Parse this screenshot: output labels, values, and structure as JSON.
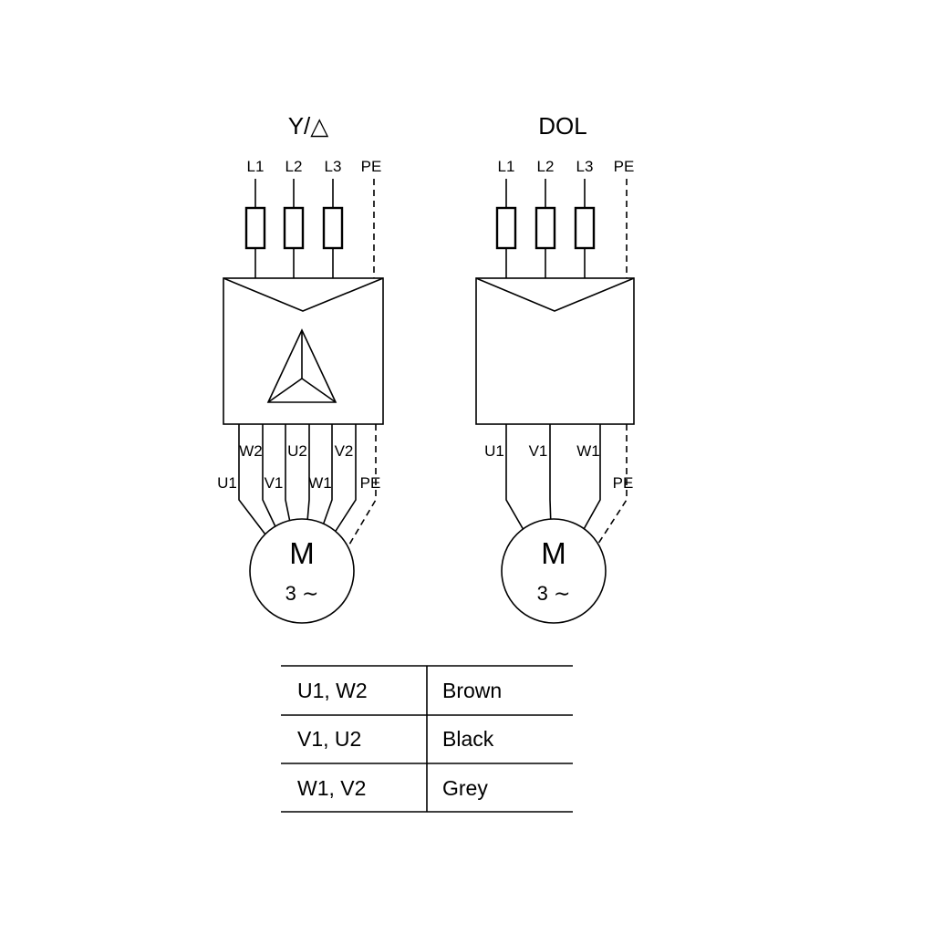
{
  "left_diagram": {
    "title": "Y/△",
    "terminals": [
      "L1",
      "L2",
      "L3",
      "PE"
    ],
    "winding_labels_upper": [
      "W2",
      "U2",
      "V2"
    ],
    "winding_labels_lower": [
      "U1",
      "V1",
      "W1"
    ],
    "pe_label": "PE",
    "motor": {
      "letter": "M",
      "phases": "3 ∼"
    }
  },
  "right_diagram": {
    "title": "DOL",
    "terminals": [
      "L1",
      "L2",
      "L3",
      "PE"
    ],
    "winding_labels": [
      "U1",
      "V1",
      "W1"
    ],
    "pe_label": "PE",
    "motor": {
      "letter": "M",
      "phases": "3 ∼"
    }
  },
  "wire_color_table": {
    "rows": [
      {
        "terminals": "U1, W2",
        "color": "Brown"
      },
      {
        "terminals": "V1, U2",
        "color": "Black"
      },
      {
        "terminals": "W1, V2",
        "color": "Grey"
      }
    ]
  },
  "colors": {
    "line": "#000000",
    "background": "#ffffff"
  }
}
